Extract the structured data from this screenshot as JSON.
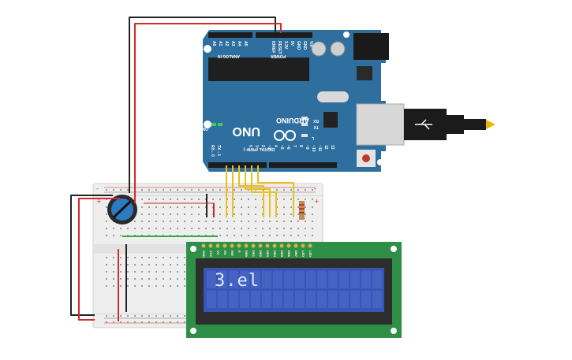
{
  "board": {
    "brand": "ARDUINO",
    "model": "UNO",
    "power_label": "POWER",
    "analog_label": "ANALOG IN",
    "digital_label": "DIGITAL (PWM~)",
    "on_label": "ON",
    "tx_label": "TX",
    "rx_label": "RX",
    "l_label": "L",
    "aref_label": "AREF",
    "gnd_label": "GND",
    "rx0_label": "RX←0",
    "tx1_label": "TX→1",
    "power_pins": [
      "IOREF",
      "RESET",
      "3.3V",
      "5V",
      "GND",
      "GND",
      "Vin"
    ],
    "analog_pins": [
      "A0",
      "A1",
      "A2",
      "A3",
      "A4",
      "A5"
    ],
    "digital_pins": [
      "13",
      "12",
      "~11",
      "~10",
      "~9",
      "8",
      "7",
      "~6",
      "~5",
      "4",
      "~3",
      "2",
      "1",
      "0"
    ]
  },
  "lcd": {
    "text": "3.el",
    "columns": 16,
    "rows": 2,
    "pin_labels": [
      "GND",
      "VCC",
      "V0",
      "RS",
      "RW",
      "E",
      "DB0",
      "DB1",
      "DB2",
      "DB3",
      "DB4",
      "DB5",
      "DB6",
      "DB7",
      "LED",
      "LED"
    ]
  },
  "colors": {
    "board_blue": "#2f6fa0",
    "wire_red": "#d42a2a",
    "wire_black": "#222222",
    "wire_yellow": "#e7c21c",
    "wire_green": "#35a836",
    "lcd_green": "#2f8f47",
    "lcd_screen": "#3a55b4",
    "breadboard": "#eeeeee"
  }
}
